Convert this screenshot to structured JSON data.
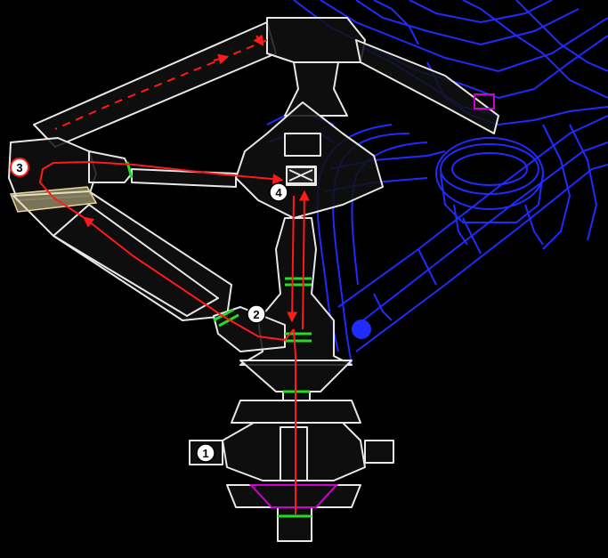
{
  "colors": {
    "background": "#000000",
    "wire_white": "#e8e8e8",
    "wire_blue": "#1f2bff",
    "route_red": "#ff1a1a",
    "marker_fill": "#ffffff",
    "marker_text": "#000000",
    "door_green": "#22dd22",
    "accent_magenta": "#d000d0",
    "accent_beige": "#e8d7a0"
  },
  "markers": [
    {
      "id": "marker-1",
      "label": "1"
    },
    {
      "id": "marker-2",
      "label": "2"
    },
    {
      "id": "marker-3",
      "label": "3"
    },
    {
      "id": "marker-4",
      "label": "4"
    }
  ],
  "icons": {
    "target": "x-box-icon",
    "player": "blue-dot-icon"
  }
}
